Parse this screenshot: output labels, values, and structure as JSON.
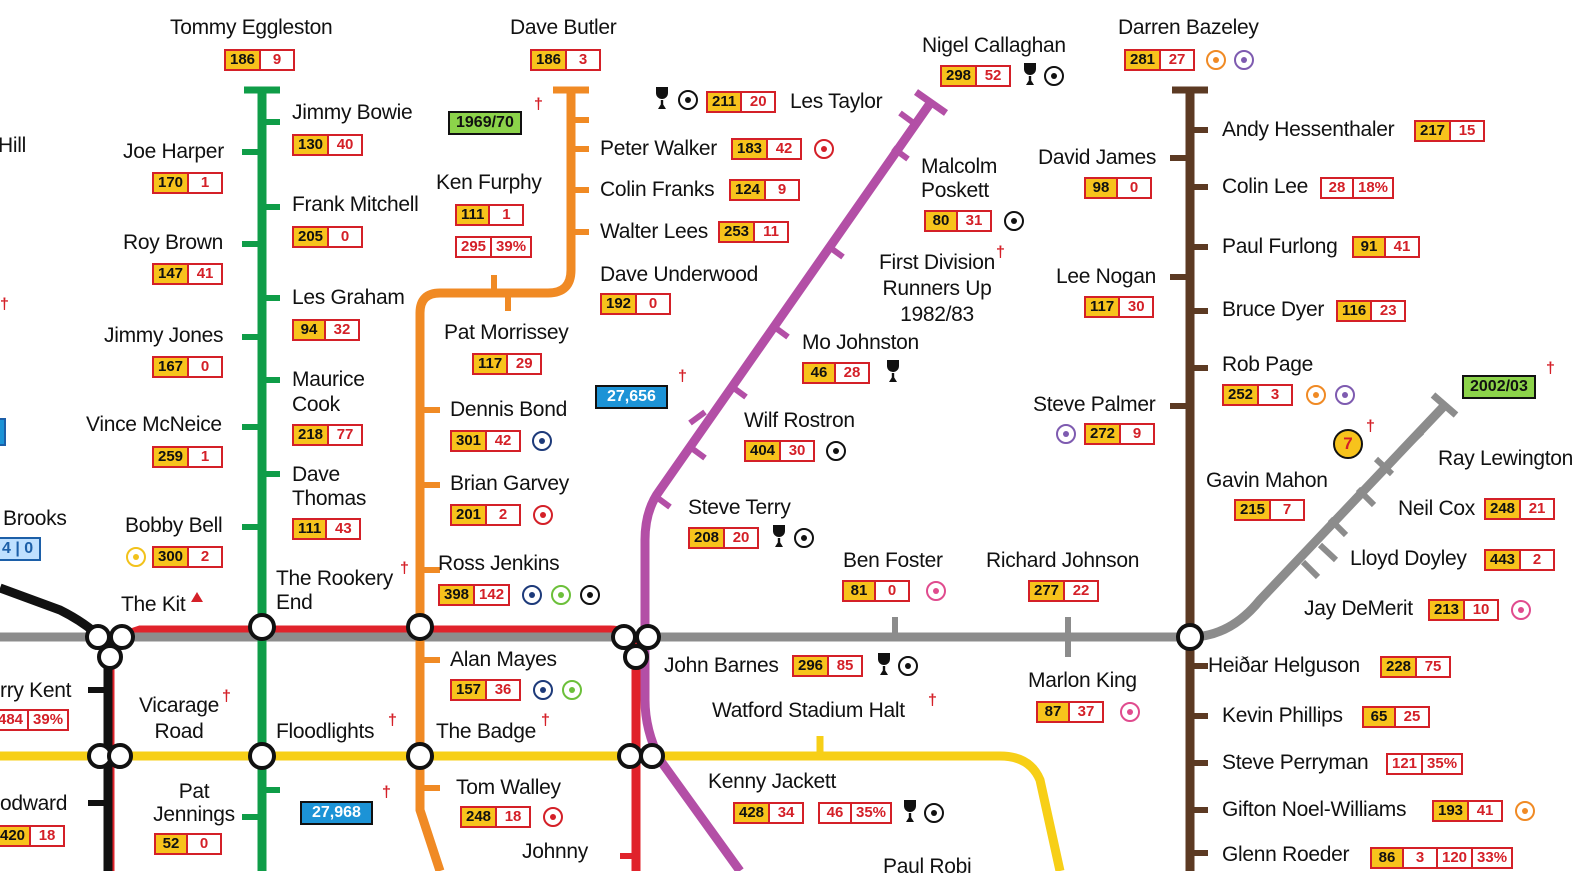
{
  "colors": {
    "green_line": "#0f9d48",
    "orange_line": "#f08a24",
    "magenta_line": "#b34fa6",
    "brown_line": "#5c3a23",
    "grey_line": "#8c8c8c",
    "red_line": "#e0232b",
    "yellow_line": "#f7cf17",
    "black_line": "#111111",
    "stat_yellow": "#f7c31c",
    "stat_red": "#d42028"
  },
  "players": [
    {
      "name": "Tommy Eggleston",
      "apps": "186",
      "goals": "9"
    },
    {
      "name": "Dave Butler",
      "apps": "186",
      "goals": "3"
    },
    {
      "name": "Jimmy Bowie",
      "apps": "130",
      "goals": "40"
    },
    {
      "name": "Joe Harper",
      "apps": "170",
      "goals": "1"
    },
    {
      "name": "Frank Mitchell",
      "apps": "205",
      "goals": "0"
    },
    {
      "name": "Roy Brown",
      "apps": "147",
      "goals": "41"
    },
    {
      "name": "Les Graham",
      "apps": "94",
      "goals": "32"
    },
    {
      "name": "Jimmy Jones",
      "apps": "167",
      "goals": "0"
    },
    {
      "name": "Maurice Cook",
      "line1": "Maurice",
      "line2": "Cook",
      "apps": "218",
      "goals": "77"
    },
    {
      "name": "Vince McNeice",
      "apps": "259",
      "goals": "1"
    },
    {
      "name": "Dave Thomas",
      "line1": "Dave",
      "line2": "Thomas",
      "apps": "111",
      "goals": "43"
    },
    {
      "name": "Bobby Bell",
      "apps": "300",
      "goals": "2"
    },
    {
      "name": "Ken Furphy",
      "apps": "111",
      "goals": "1",
      "apps2": "295",
      "pct": "39%"
    },
    {
      "name": "Peter Walker",
      "apps": "183",
      "goals": "42"
    },
    {
      "name": "Colin Franks",
      "apps": "124",
      "goals": "9"
    },
    {
      "name": "Walter Lees",
      "apps": "253",
      "goals": "11"
    },
    {
      "name": "Dave Underwood",
      "apps": "192",
      "goals": "0"
    },
    {
      "name": "Pat Morrissey",
      "apps": "117",
      "goals": "29"
    },
    {
      "name": "Dennis Bond",
      "apps": "301",
      "goals": "42"
    },
    {
      "name": "Brian Garvey",
      "apps": "201",
      "goals": "2"
    },
    {
      "name": "Ross Jenkins",
      "apps": "398",
      "goals": "142"
    },
    {
      "name": "Alan Mayes",
      "apps": "157",
      "goals": "36"
    },
    {
      "name": "Tom Walley",
      "apps": "248",
      "goals": "18"
    },
    {
      "name": "Les Taylor",
      "apps": "211",
      "goals": "20"
    },
    {
      "name": "Nigel Callaghan",
      "apps": "298",
      "goals": "52"
    },
    {
      "name": "Malcolm Poskett",
      "line1": "Malcolm",
      "line2": "Poskett",
      "apps": "80",
      "goals": "31"
    },
    {
      "name": "Mo Johnston",
      "apps": "46",
      "goals": "28"
    },
    {
      "name": "Wilf Rostron",
      "apps": "404",
      "goals": "30"
    },
    {
      "name": "Steve Terry",
      "apps": "208",
      "goals": "20"
    },
    {
      "name": "John Barnes",
      "apps": "296",
      "goals": "85"
    },
    {
      "name": "Kenny Jackett",
      "apps": "428",
      "goals": "34",
      "apps2": "46",
      "pct": "35%"
    },
    {
      "name": "Ben Foster",
      "apps": "81",
      "goals": "0"
    },
    {
      "name": "Richard Johnson",
      "apps": "277",
      "goals": "22"
    },
    {
      "name": "Marlon King",
      "apps": "87",
      "goals": "37"
    },
    {
      "name": "Darren Bazeley",
      "apps": "281",
      "goals": "27"
    },
    {
      "name": "David James",
      "apps": "98",
      "goals": "0"
    },
    {
      "name": "Lee Nogan",
      "apps": "117",
      "goals": "30"
    },
    {
      "name": "Steve Palmer",
      "apps": "272",
      "goals": "9"
    },
    {
      "name": "Gavin Mahon",
      "apps": "215",
      "goals": "7"
    },
    {
      "name": "Andy Hessenthaler",
      "apps": "217",
      "goals": "15"
    },
    {
      "name": "Colin Lee",
      "apps": "28",
      "goals": "18%"
    },
    {
      "name": "Paul Furlong",
      "apps": "91",
      "goals": "41"
    },
    {
      "name": "Bruce Dyer",
      "apps": "116",
      "goals": "23"
    },
    {
      "name": "Rob Page",
      "apps": "252",
      "goals": "3"
    },
    {
      "name": "Ray Lewington",
      "apps": "",
      "goals": ""
    },
    {
      "name": "Neil Cox",
      "apps": "248",
      "goals": "21"
    },
    {
      "name": "Lloyd Doyley",
      "apps": "443",
      "goals": "2"
    },
    {
      "name": "Jay DeMerit",
      "apps": "213",
      "goals": "10"
    },
    {
      "name": "Heiðar Helguson",
      "apps": "228",
      "goals": "75"
    },
    {
      "name": "Kevin Phillips",
      "apps": "65",
      "goals": "25"
    },
    {
      "name": "Steve Perryman",
      "apps": "121",
      "goals": "35%"
    },
    {
      "name": "Gifton Noel-Williams",
      "apps": "193",
      "goals": "41"
    },
    {
      "name": "Glenn Roeder",
      "apps": "86",
      "goals": "3",
      "apps2": "120",
      "pct": "33%"
    },
    {
      "name": "Jimmy Brooks",
      "label": "Brooks",
      "apps": "4",
      "goals": "0"
    },
    {
      "name": "Kerry Kent",
      "label": "rry Kent",
      "apps": "484",
      "goals": "39%"
    },
    {
      "name": "Woodward",
      "label": "odward",
      "apps": "420",
      "goals": "18"
    },
    {
      "name": "Pat Jennings",
      "line1": "Pat",
      "line2": "Jennings",
      "apps": "52",
      "goals": "0"
    },
    {
      "name": "Johnny",
      "label": "Johnny",
      "apps": "",
      "goals": ""
    },
    {
      "name": "Hill",
      "label": "Hill",
      "apps": "",
      "goals": ""
    }
  ],
  "stations": {
    "the_kit": "The Kit",
    "rookery_1": "The Rookery",
    "rookery_2": "End",
    "vicarage_1": "Vicarage",
    "vicarage_2": "Road",
    "floodlights": "Floodlights",
    "the_badge": "The Badge",
    "watford_halt": "Watford Stadium Halt",
    "first_div_1": "First Division",
    "first_div_2": "Runners Up",
    "first_div_3": "1982/83",
    "paul_partial": "Paul Robi"
  },
  "seasons": {
    "s1": "1969/70",
    "s2": "2002/03"
  },
  "attendances": {
    "a1": "27,656",
    "a2": "27,968"
  },
  "badge_number": "7",
  "dagger": "†",
  "triangle": "▲"
}
